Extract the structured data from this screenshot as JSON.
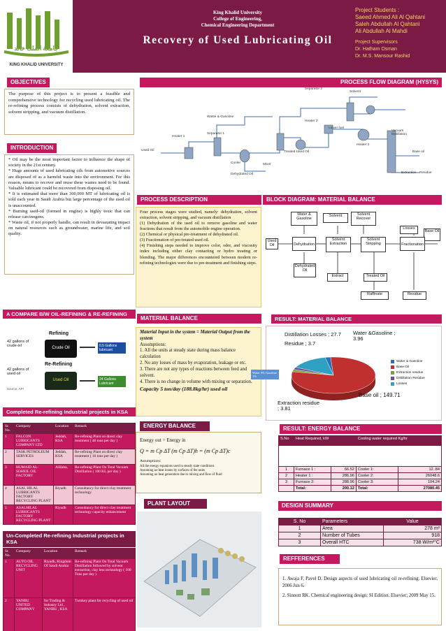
{
  "header": {
    "university": "King Khalid University",
    "college": "College of Engineering,",
    "department": "Chemical Engineering Department",
    "title": "Recovery of Used Lubricating Oil",
    "logo_arabic": "جامعة الملك خالد",
    "logo_caption": "KING KHALID UNIVERSITY",
    "students_heading": "Project Students :",
    "students": [
      "Saeed Ahmed Ali Al Qahtani",
      "Saleh Abdullah Al Qahtani",
      "Ali Abdullah Al Mahdi"
    ],
    "supervisors_heading": "Project Supervisors",
    "supervisors": [
      "Dr. Hatham Osman",
      "Dr. M.S. Mansour Rashid"
    ]
  },
  "objectives": {
    "heading": "OBJECTIVES",
    "text": "The purpose of this project is to present a feasible and comprehensive technology for recycling used lubricating oil. The re-refining process consists of dehydration, solvent extraction, solvent stripping, and vacuum distillation."
  },
  "introduction": {
    "heading": "INTRODUCTION",
    "bullets": [
      "* Oil may be the most important factor to influence the shape of society in the 21st century.",
      "* Huge amounts of used lubricating oils from automotive sources are disposed of as a harmful waste into the environment. For this reason, means to recover and reuse these wastes need to be found. Valuable lubricant could be recovered from disposing oil.",
      "* It is estimated that more than 300,000 MT of lubricating oil is sold each year in Saudi Arabia but large percentage of the used oil is unaccounted.",
      "* Burning used-oil (formed in engine) is highly toxic that can release carcinogens.",
      "* Waste oil, if not properly handle, can result in devastating impact on natural resources such as groundwater, marine life, and soil quality."
    ]
  },
  "compare": {
    "heading": "A COMPARE B/W OIL-REFINING & RE-REFINING",
    "refining_label": "Refining",
    "rerefining_label": "Re-Refining",
    "crude_gallons": "42 gallons of crude oil",
    "crude_oil": "Crude Oil",
    "crude_result": "0.5 Gallons lubricant",
    "used_gallons": "42 gallons of used oil",
    "used_oil": "Used Oil",
    "used_result": "24 Gallons Lubricant",
    "source": "Source: API"
  },
  "completed": {
    "heading": "Completed Re-refining Industrial projects in KSA",
    "columns": [
      "Sr. No.",
      "Company",
      "Location",
      "Remark"
    ],
    "rows": [
      [
        "1",
        "FALCON LUBRICANTS COMPANY LTD",
        "Jeddah, KSA",
        "Re-refining Plant on direct clay treatment ( 48 tons per day )"
      ],
      [
        "2",
        "TASK PETROLEUM SERVICES",
        "Jeddah, KSA",
        "Re-refining Plant on direct clay treatment ( 16 tons per day )"
      ],
      [
        "3",
        "HUMAID AL-SOHEIL OIL FACTORY",
        "AlBaha,",
        "Re-refining Plant On Total Vacuum Distillation ( 100 KL per day )"
      ],
      [
        "4",
        "ASAL HILAL LUBRICANTS FACTORY RECYCLING PLANT",
        "Riyadh",
        "Consultancy for direct clay treatment technology"
      ],
      [
        "5",
        "ASALHILAL LUBRICANTS FACTORY RECYCLING PLANT",
        "Riyadh",
        "Consultancy for direct clay treatment technology capacity enhancement"
      ]
    ]
  },
  "uncompleted": {
    "heading": "Un-Completed Re-refining Industrial projects in KSA",
    "columns": [
      "Sr. No.",
      "Company",
      "Location",
      "Remark"
    ],
    "rows": [
      [
        "1",
        "AUTO OIL RECYCLING UNIT",
        "Riyadh, Kingdom Of Saudi Arabia",
        "Re-refining Plant On Total Vacuum Distillation followed by solvent extraction, clay less technology ( 100 Tons per day )"
      ],
      [
        "2",
        "YANBU UNITED COMPANY",
        "for Trading & Industry Ltd , YANBU , KSA",
        "Turnkey plant for recycling of used oil"
      ]
    ]
  },
  "pfd": {
    "heading": "PROCESS FLOW DIAGRAM (HYSYS)",
    "labels": [
      "Separator 2",
      "Solvent",
      "Waste & Gasoline",
      "Heater 1",
      "Separator 1",
      "Used Oil",
      "Cooler",
      "Mixer",
      "Treated Used Oil",
      "Heater 3",
      "Dehydrated Oil",
      "Lower fuel",
      "Heater 2",
      "Vacuum Distillation",
      "Base oil",
      "Extraction",
      "Residue"
    ]
  },
  "process_desc": {
    "heading": "PROCESS DESCRIPTION",
    "lines": [
      "Four process stages were studied, namely: dehydration, solvent extraction, solvent stripping, and vacuum distillation",
      "(1) Dehydration of the used oil to remove gasoline and water fractions that result from the automobile engine operation.",
      "(2) Chemical or physical pre-treatment of dehydrated oil.",
      "(3) Fractionation of pre-treated used oil.",
      "(4) Finishing steps needed to improve color, odor, and viscosity index including either clay contacting or hydro treating or blending. The major differences encountered between modern re-refining technologies were due to pre-treatment and finishing steps."
    ]
  },
  "block": {
    "heading": "BLOCK DIAGRAM: MATERIAL BALANCE",
    "blocks": [
      "Water & Gasoline",
      "Solvent",
      "Solvent Recover",
      "Losses",
      "Base Oil",
      "Used Oil",
      "Dehydration",
      "Solvent Extraction",
      "Solvent Stripping",
      "Fractionation",
      "Dehydrated Oil",
      "Extract",
      "Treated Oil",
      "Raffinate",
      "Residue"
    ]
  },
  "material": {
    "heading": "MATERIAL BALANCE",
    "eq": "Material Input in the system = Material Output from the system",
    "assump_heading": "Assumptions:",
    "items": [
      "1. All the units at steady state during mass balance calculation",
      "2. No any losses of mass by evaporation, leakage or etc.",
      "3. There are not any types of reactions between feed and solvent.",
      "4. There is no change in volume with mixing or separation."
    ],
    "capacity": "Capacity 5 ton/day (188.8kg/hr) used oil"
  },
  "result_mb": {
    "heading": "RESULT: MATERIAL BALANCE",
    "callouts": {
      "distillation": "Distillation Losses ; 27.7",
      "residue": "Residue ; 3.7",
      "water": "Water &Gasoline ; 3.96",
      "base": "Base oil ; 149.71",
      "extraction": "Extraction residue ; 3.81",
      "tag": "Water 3% Gasoline 1%"
    },
    "legend": [
      "Water & Gasoline",
      "Base Oil",
      "Extraction residue",
      "Distillation Residue",
      "Losses"
    ]
  },
  "chart_data": {
    "type": "pie",
    "categories": [
      "Water &Gasoline",
      "Base oil",
      "Extraction residue",
      "Residue",
      "Distillation Losses"
    ],
    "values": [
      3.96,
      149.71,
      3.81,
      3.7,
      27.7
    ],
    "colors": [
      "#2e6fb5",
      "#c0302e",
      "#7aa140",
      "#6d4a92",
      "#2f9fc2"
    ]
  },
  "energy": {
    "heading": "ENERGY BALANCE",
    "eq1": "Energy out = Energy in",
    "eq2": "Q = m Cp ΔT     (m Cp ΔT)h = (m Cp ΔT)c",
    "assump_heading": "Assumptions:",
    "items": [
      "All the energy equations used in steady state conditions",
      "Assuming no heat losses by surfaces of the units",
      "Assuming no heat generation due to mixing and flow of fluid"
    ]
  },
  "result_eb": {
    "heading": "RESULT: ENERGY BALANCE",
    "columns": [
      "S.No",
      "Heat Required, kW",
      "",
      "Cooling water required Kg/hr",
      ""
    ],
    "rows": [
      [
        "1",
        "Furnace 1 :",
        "66.52",
        "Cooler 1:",
        "12..84"
      ],
      [
        "2",
        "Heater 1 :",
        "286.96",
        "Cooler 2:",
        "26048.6"
      ],
      [
        "3",
        "Furnace 2:",
        "288.96",
        "Cooler 3:",
        "104.24"
      ],
      [
        "",
        "Total:",
        "200.12",
        "Total:",
        "27080.45"
      ]
    ]
  },
  "plant": {
    "heading": "PLANT LAYOUT"
  },
  "design": {
    "heading": "DESIGN SUMMARY",
    "columns": [
      "S. No",
      "Parameters",
      "Value"
    ],
    "rows": [
      [
        "1",
        "Area",
        "278 m²"
      ],
      [
        "2",
        "Number of Tubes",
        "918"
      ],
      [
        "3",
        "Overall HTC",
        "738 W/m²°C"
      ]
    ]
  },
  "refs": {
    "heading": "REFFERENCES",
    "items": [
      "1. Awaja F, Pavel D. Design aspects of used lubricating oil re-refining. Elsevier, 2006 Jun 6.",
      "2. Sinnott RK. Chemical engineering design: SI Edition. Elsevier; 2009 May 15."
    ]
  }
}
